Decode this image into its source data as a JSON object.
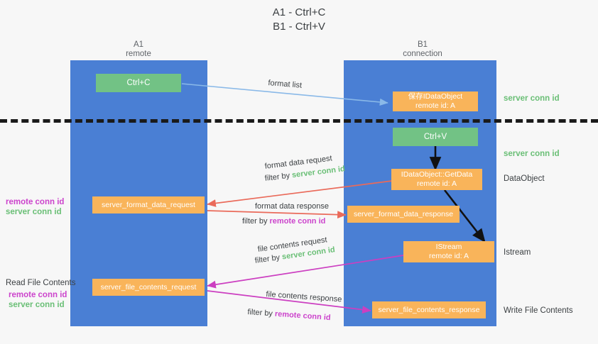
{
  "title": {
    "line1": "A1 - Ctrl+C",
    "line2": "B1 - Ctrl+V"
  },
  "lanes": [
    {
      "name": "A1",
      "sub": "remote"
    },
    {
      "name": "B1",
      "sub": "connection"
    }
  ],
  "boxes": {
    "ctrl_c": "Ctrl+C",
    "ctrl_v": "Ctrl+V",
    "save_idataobject": {
      "line1": "保存IDataObject",
      "line2": "remote id: A"
    },
    "getdata": {
      "line1": "IDataObject::GetData",
      "line2": "remote id: A"
    },
    "istream": {
      "line1": "IStream",
      "line2": "remote id: A"
    },
    "server_format_data_request": "server_format_data_request",
    "server_format_data_response": "server_format_data_response",
    "server_file_contents_request": "server_file_contents_request",
    "server_file_contents_response": "server_file_contents_response"
  },
  "right_labels": {
    "server_conn_id_1": "server conn id",
    "server_conn_id_2": "server conn id",
    "dataobject": "DataObject",
    "istream": "Istream",
    "write_file_contents": "Write File Contents"
  },
  "left_labels": {
    "read_file_contents": "Read File Contents",
    "remote_conn_id_1": "remote conn id",
    "server_conn_id_1": "server conn id",
    "remote_conn_id_2": "remote conn id",
    "server_conn_id_2": "server conn id"
  },
  "flow_labels": {
    "format_list": "format list",
    "format_data_request": "format data request",
    "format_data_request_filter_prefix": "filter by ",
    "format_data_request_filter_value": "server conn id",
    "format_data_response": "format data response",
    "format_data_response_filter_prefix": "filter by ",
    "format_data_response_filter_value": "remote conn id",
    "file_contents_request": "file contents request",
    "file_contents_request_filter_prefix": "filter by ",
    "file_contents_request_filter_value": "server conn id",
    "file_contents_response": "file contents response",
    "file_contents_response_filter_prefix": "filter by ",
    "file_contents_response_filter_value": "remote conn id"
  },
  "colors": {
    "lane": "#4a7fd4",
    "orange": "#f9b45a",
    "green_box": "#72c285",
    "green_text": "#6abf76",
    "magenta_text": "#cc44cc",
    "blue_arrow": "#8ab9e8",
    "red_arrow": "#ea6a5a",
    "magenta_arrow": "#cc3fc1",
    "black_arrow": "#111111",
    "background": "#f7f7f7"
  }
}
